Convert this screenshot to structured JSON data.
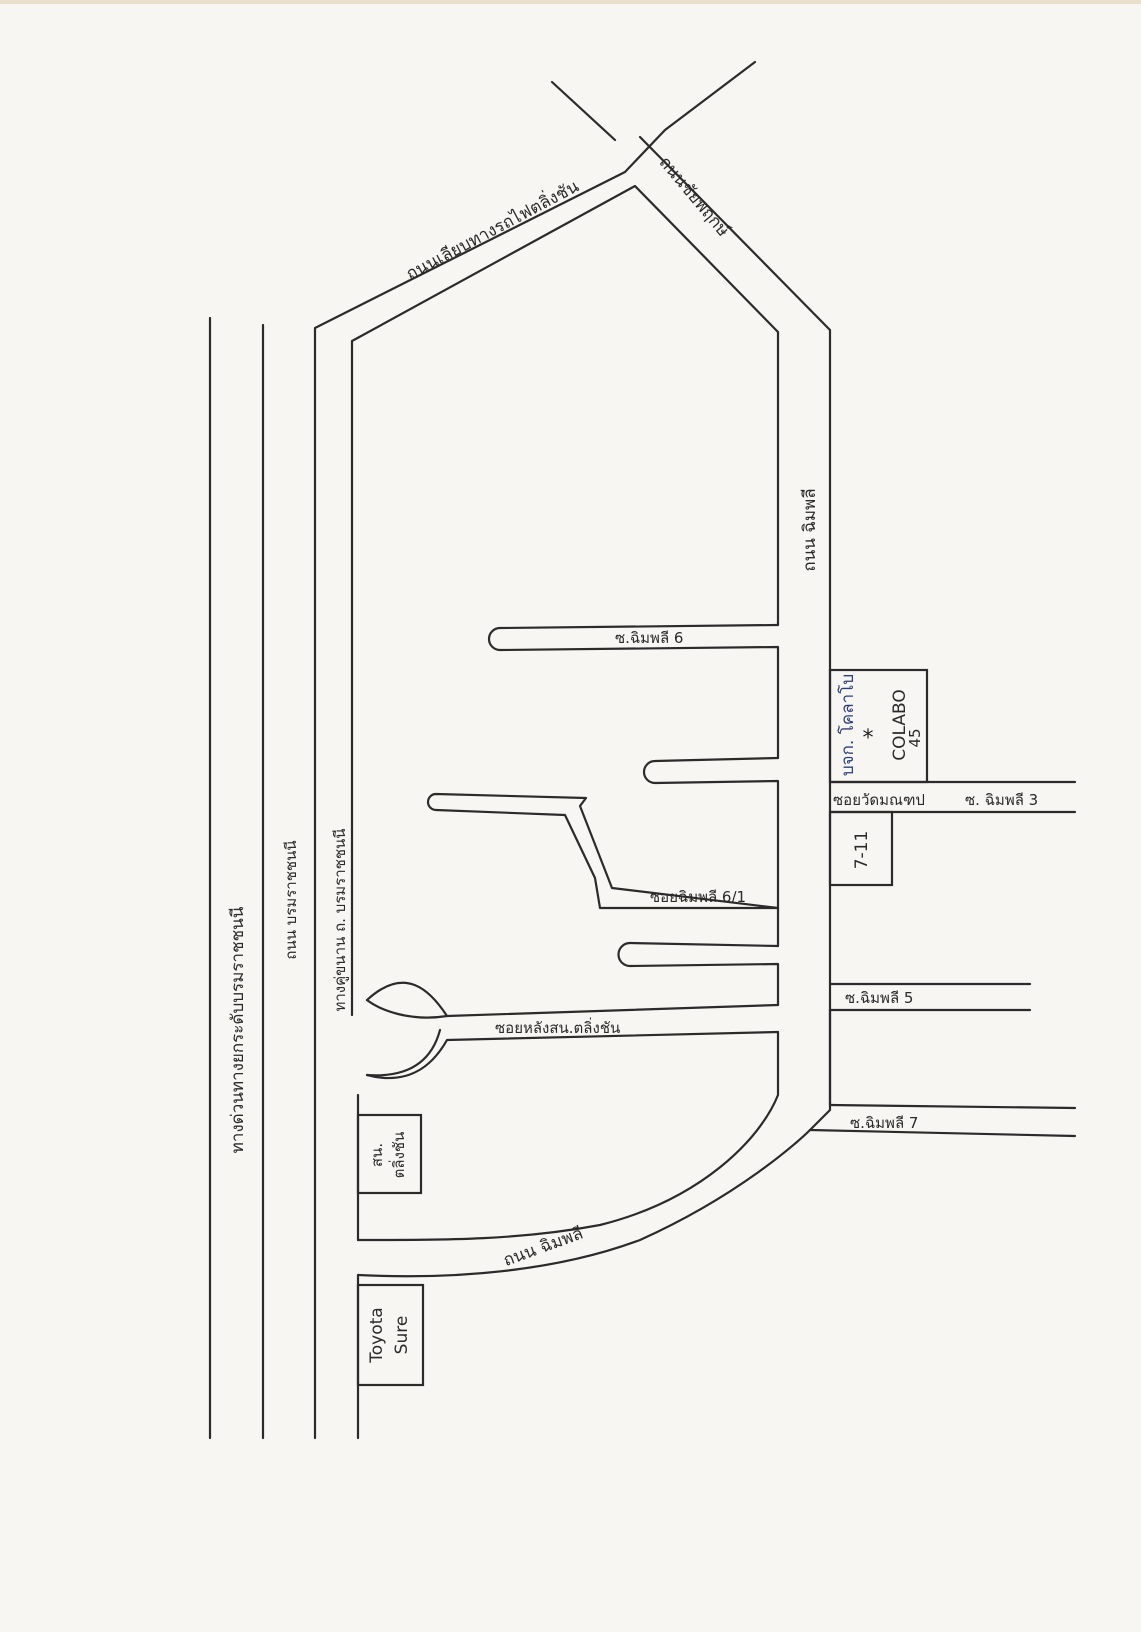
{
  "map": {
    "expressway_label": "ทางด่วนทางยกระดับบรมราชชนนี",
    "frontage_label": "ถนน บรมราชชนนี",
    "parallel_road_label": "ทางคู่ขนาน ถ. บรมราชชนนี",
    "railway_road_label": "ถนนเลียบทางรถไฟตลิ่งชัน",
    "top_right_road_label": "ถนนชัยพฤกษ์",
    "chimphli_road_right_label": "ถนน ฉิมพลี",
    "chimphli_road_bottom_label": "ถนน ฉิมพลี",
    "soi_6_label": "ซ.ฉิมพลี 6",
    "soi_6_1_label": "ซอยฉิมพลี 6/1",
    "soi_wat_label": "ซอยวัดมณฑป",
    "soi_3_label": "ซ. ฉิมพลี 3",
    "soi_5_label": "ซ.ฉิมพลี 5",
    "soi_7_label": "ซ.ฉิมพลี 7",
    "soi_behind_label": "ซอยหลังสน.ตลิ่งชัน",
    "company_label": "บจก. โคลาโบ",
    "colabo_label": "COLABO",
    "colabo_number": "45",
    "star_symbol": "*",
    "seven_eleven_label": "7-11",
    "police_label_line1": "สน.",
    "police_label_line2": "ตลิ่งชัน",
    "toyota_label_line1": "Toyota",
    "toyota_label_line2": "Sure"
  },
  "colors": {
    "ink": "#2b2b2b",
    "company_ink": "#2b3f7a",
    "paper": "#f7f6f3"
  }
}
